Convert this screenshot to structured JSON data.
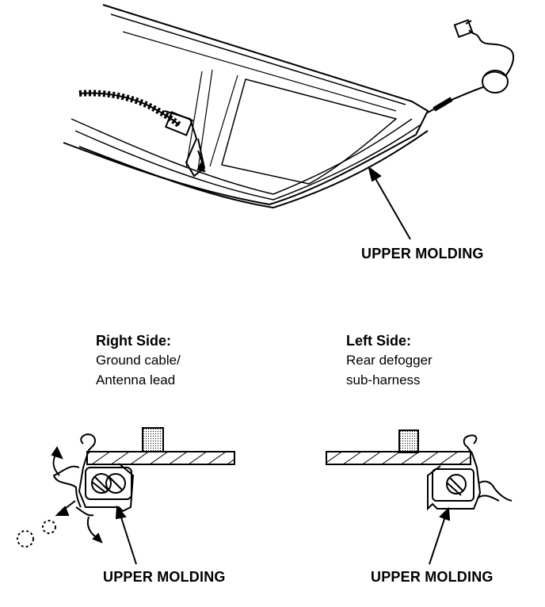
{
  "top_label": "UPPER MOLDING",
  "right_side": {
    "title": "Right Side:",
    "lines": [
      "Ground cable/",
      "Antenna lead"
    ],
    "molding_label": "UPPER MOLDING"
  },
  "left_side": {
    "title": "Left Side:",
    "lines": [
      "Rear defogger",
      "sub-harness"
    ],
    "molding_label": "UPPER MOLDING"
  }
}
